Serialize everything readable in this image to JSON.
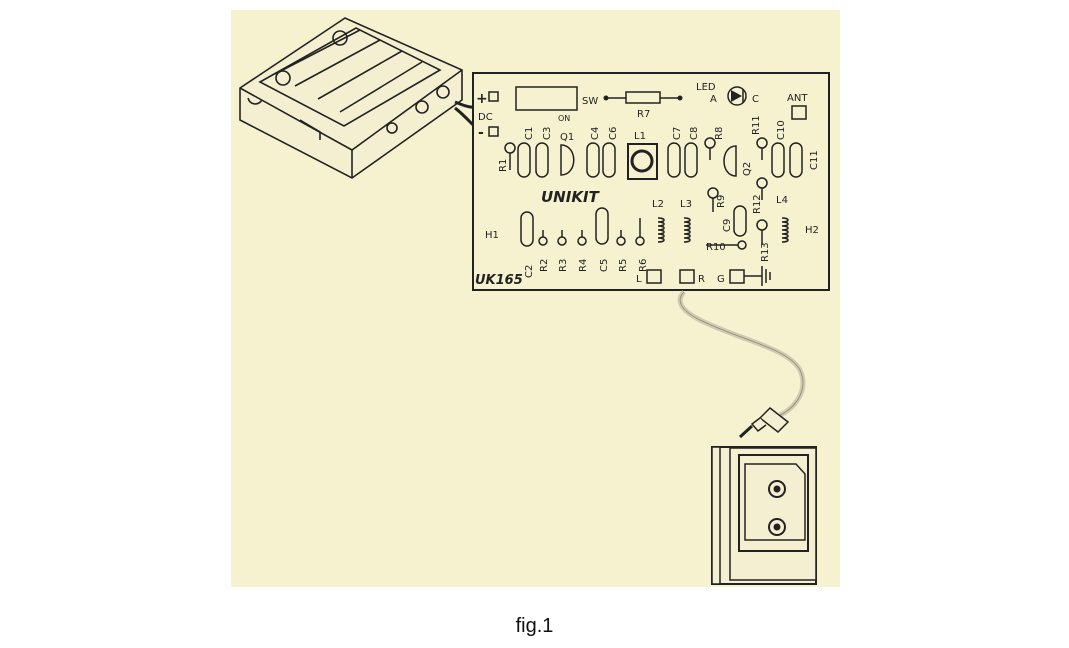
{
  "figure": {
    "caption": "fig.1",
    "paper_color": "#f6f2cf",
    "ink_color": "#222222",
    "board": {
      "model": "UK165",
      "brand": "UNIKIT",
      "terminals": {
        "plus": "+",
        "dc": "DC",
        "minus": "-",
        "antenna": "ANT",
        "left": "L",
        "right": "R",
        "ground": "G"
      },
      "switch": {
        "label": "SW",
        "on": "ON"
      },
      "led": {
        "label": "LED",
        "anode": "A",
        "cathode": "C"
      },
      "sections": {
        "h1": "H1",
        "h2": "H2"
      },
      "top_labels": [
        "R1",
        "C1",
        "C3",
        "Q1",
        "C4",
        "C6",
        "L1",
        "C7",
        "C8",
        "R8",
        "Q2",
        "R11",
        "C10",
        "C11",
        "R7"
      ],
      "mid_labels": [
        "R9",
        "C9",
        "R12",
        "L2",
        "L3",
        "L4"
      ],
      "bottom_labels": [
        "C2",
        "R2",
        "R3",
        "R4",
        "C5",
        "R5",
        "R6",
        "R10",
        "R13"
      ]
    }
  }
}
